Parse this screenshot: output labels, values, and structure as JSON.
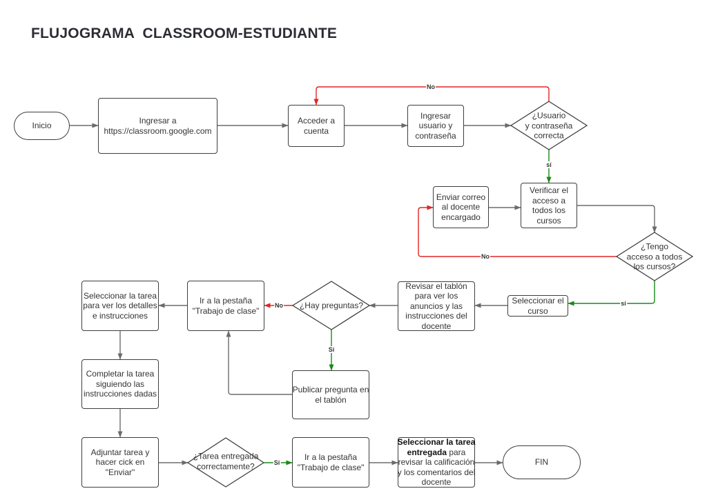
{
  "title": "FLUJOGRAMA  CLASSROOM-ESTUDIANTE",
  "colors": {
    "line_default": "#6b6b6b",
    "line_no": "#e02525",
    "line_yes": "#168a16",
    "shape_border": "#3d3d3d",
    "text": "#333333"
  },
  "nodes": {
    "inicio": {
      "shape": "terminal",
      "lines": [
        "Inicio"
      ]
    },
    "ingresar_url": {
      "shape": "process",
      "lines": [
        "Ingresar a",
        "https://classroom.google.com"
      ]
    },
    "acceder": {
      "shape": "process",
      "lines": [
        "Acceder a",
        "cuenta"
      ]
    },
    "ingresar_usuario": {
      "shape": "process",
      "lines": [
        "Ingresar",
        "usuario y",
        "contraseña"
      ]
    },
    "dec_usuario": {
      "shape": "decision",
      "lines": [
        "¿Usuario",
        "y contraseña",
        "correcta"
      ]
    },
    "verificar": {
      "shape": "process",
      "lines": [
        "Verificar el",
        "acceso a",
        "todos los",
        "cursos"
      ]
    },
    "enviar_correo": {
      "shape": "process",
      "lines": [
        "Enviar correo",
        "al docente",
        "encargado"
      ]
    },
    "dec_acceso": {
      "shape": "decision",
      "lines": [
        "¿Tengo",
        "acceso a todos",
        "los cursos?"
      ]
    },
    "seleccionar_curso": {
      "shape": "process",
      "lines": [
        "Seleccionar el",
        "curso"
      ]
    },
    "revisar_tablon": {
      "shape": "process",
      "lines": [
        "Revisar el tablón",
        "para ver los",
        "anuncios y las",
        "instrucciones del",
        "docente"
      ]
    },
    "dec_preguntas": {
      "shape": "decision",
      "lines": [
        "¿Hay preguntas?"
      ]
    },
    "ir_pestana_1": {
      "shape": "process",
      "lines": [
        "Ir a la pestaña",
        "\"Trabajo de clase\""
      ]
    },
    "seleccionar_tarea": {
      "shape": "process",
      "lines": [
        "Seleccionar la tarea",
        "para ver los detalles",
        "e instrucciones"
      ]
    },
    "publicar_pregunta": {
      "shape": "process",
      "lines": [
        "Publicar pregunta en",
        "el tablón"
      ]
    },
    "completar_tarea": {
      "shape": "process",
      "lines": [
        "Completar la tarea",
        "siguiendo las",
        "instrucciones dadas"
      ]
    },
    "adjuntar_tarea": {
      "shape": "process",
      "lines": [
        "Adjuntar tarea y",
        "hacer cick en",
        "\"Enviar\""
      ]
    },
    "dec_entregada": {
      "shape": "decision",
      "lines": [
        "¿Tarea entregada",
        "correctamente?"
      ]
    },
    "ir_pestana_2": {
      "shape": "process",
      "lines": [
        "Ir a la pestaña",
        "\"Trabajo de clase\""
      ]
    },
    "seleccionar_entregada": {
      "shape": "process",
      "bold_line": "Seleccionar la tarea",
      "bold_word": "entregada",
      "after_bold": " para",
      "lines": [
        "revisar la calificación",
        "y los comentarios del",
        "docente"
      ]
    },
    "fin": {
      "shape": "terminal",
      "lines": [
        "FIN"
      ]
    }
  },
  "edge_labels": {
    "usuario_no": "No",
    "usuario_si": "sí",
    "acceso_no": "No",
    "acceso_si": "sí",
    "preguntas_no": "No",
    "preguntas_si": "Sí",
    "entregada_si": "Sí"
  }
}
